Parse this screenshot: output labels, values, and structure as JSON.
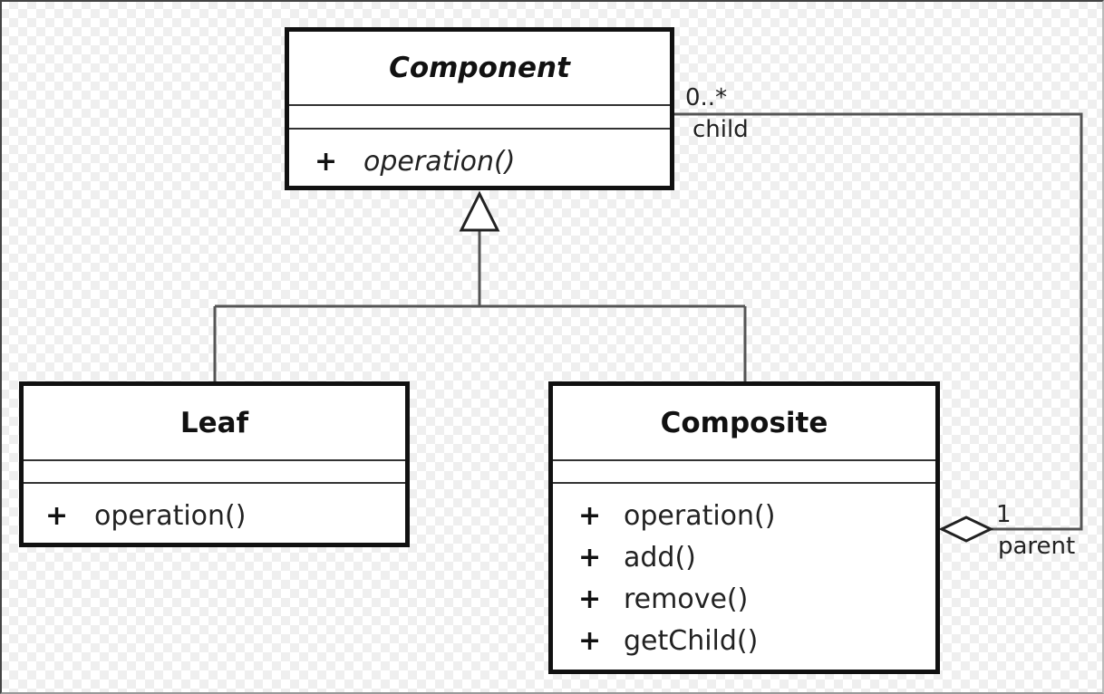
{
  "classes": {
    "component": {
      "name": "Component",
      "operations": [
        {
          "visibility": "+",
          "signature": "operation()"
        }
      ]
    },
    "leaf": {
      "name": "Leaf",
      "operations": [
        {
          "visibility": "+",
          "signature": "operation()"
        }
      ]
    },
    "composite": {
      "name": "Composite",
      "operations": [
        {
          "visibility": "+",
          "signature": "operation()"
        },
        {
          "visibility": "+",
          "signature": "add()"
        },
        {
          "visibility": "+",
          "signature": "remove()"
        },
        {
          "visibility": "+",
          "signature": "getChild()"
        }
      ]
    }
  },
  "association": {
    "child_multiplicity": "0..*",
    "child_role": "child",
    "parent_multiplicity": "1",
    "parent_role": "parent"
  }
}
